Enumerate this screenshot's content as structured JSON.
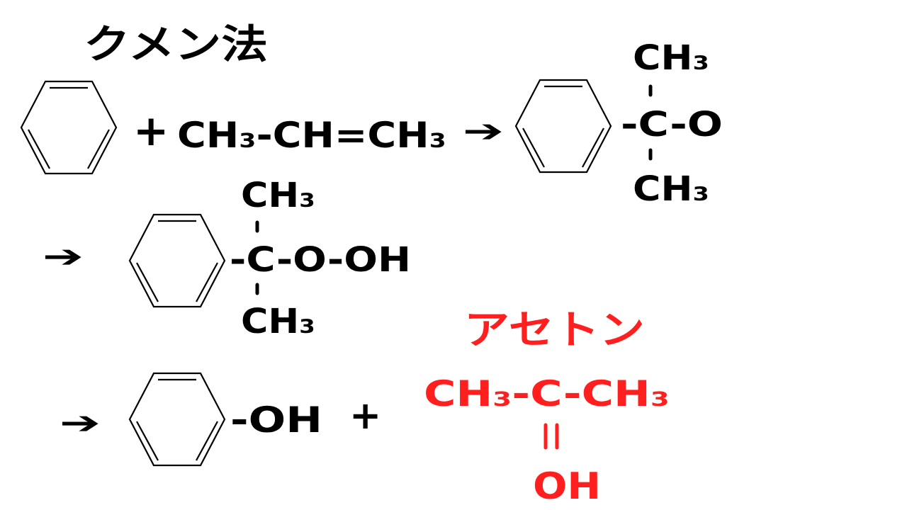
{
  "title": "クメン法",
  "step1": {
    "plus": "+",
    "propylene": "CH₃-CH=CH₃",
    "arrow": "➔"
  },
  "step1_product": {
    "top": "CH₃",
    "middle": "-C-O",
    "bottom": "CH₃"
  },
  "step2": {
    "arrow": "➔",
    "top": "CH₃",
    "middle": "-C-O-OH",
    "bottom": "CH₃"
  },
  "step3": {
    "arrow": "➔",
    "phenol_group": "-OH",
    "plus": "+",
    "acetone_label": "アセトン",
    "acetone_chain": "CH₃-C-CH₃",
    "acetone_bottom": "OH"
  },
  "colors": {
    "text": "#000000",
    "acetone": "#ff1f1f"
  }
}
